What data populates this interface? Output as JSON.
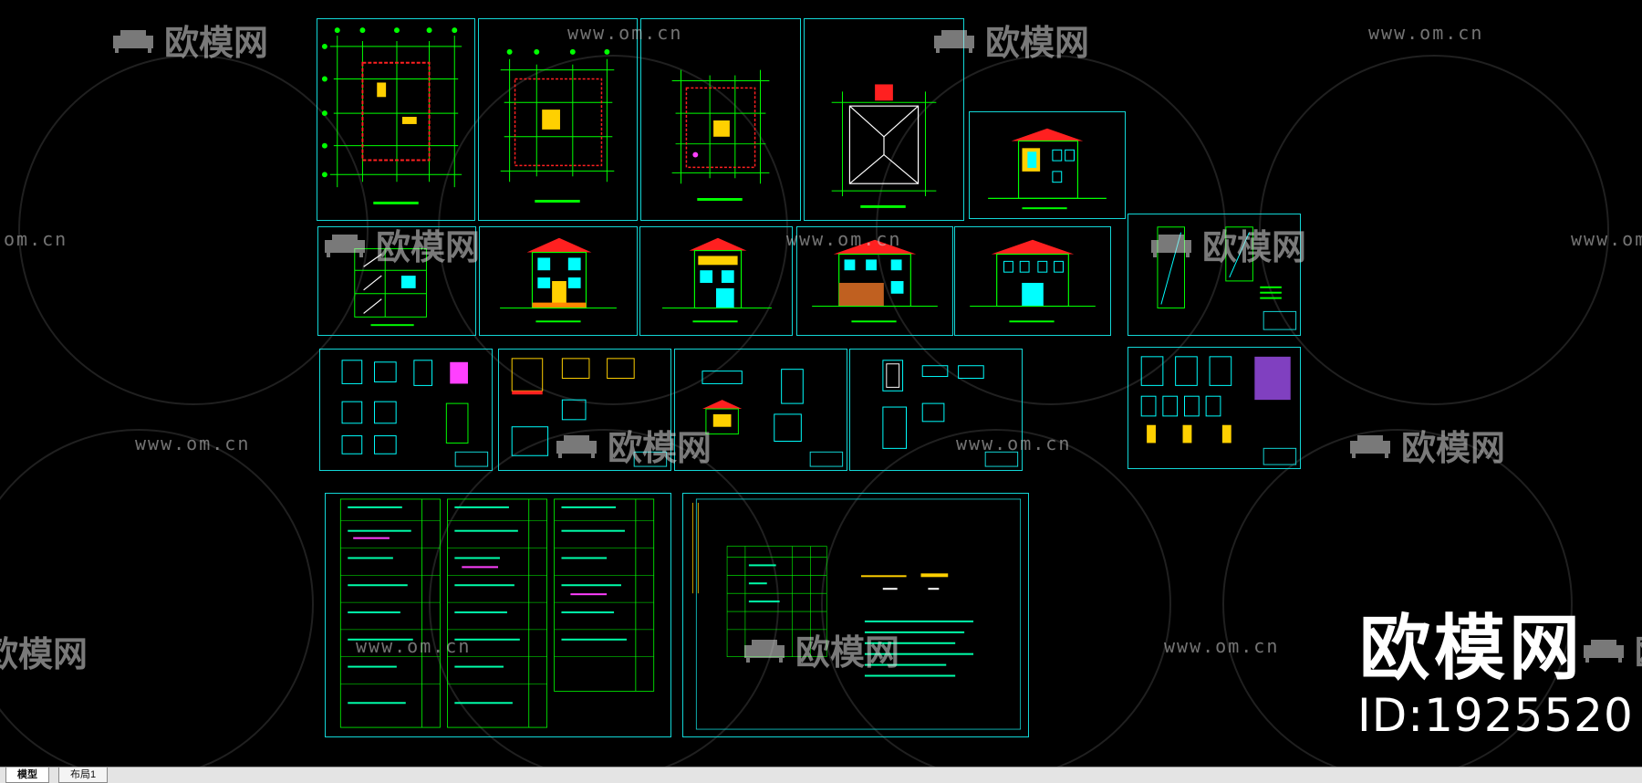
{
  "watermark": {
    "url_text": "www.om.cn",
    "url_text_partial": "om.cn",
    "brand_text": "欧模网",
    "brand_text_partial": "欧模网",
    "brand_text_partial_right": "欧",
    "sofa_icon": "sofa-logo-icon"
  },
  "corner_brand": {
    "logo": "欧模网",
    "id": "ID:1925520"
  },
  "tabs": [
    {
      "label": "模型",
      "active": true
    },
    {
      "label": "布局1",
      "active": false
    }
  ],
  "colors": {
    "background": "#000000",
    "frame": "#12d6d6",
    "wall": "#00ff00",
    "roof": "#ff2020",
    "accent_yellow": "#ffd000",
    "accent_magenta": "#ff40ff",
    "tabbar": "#e4e4e4"
  }
}
